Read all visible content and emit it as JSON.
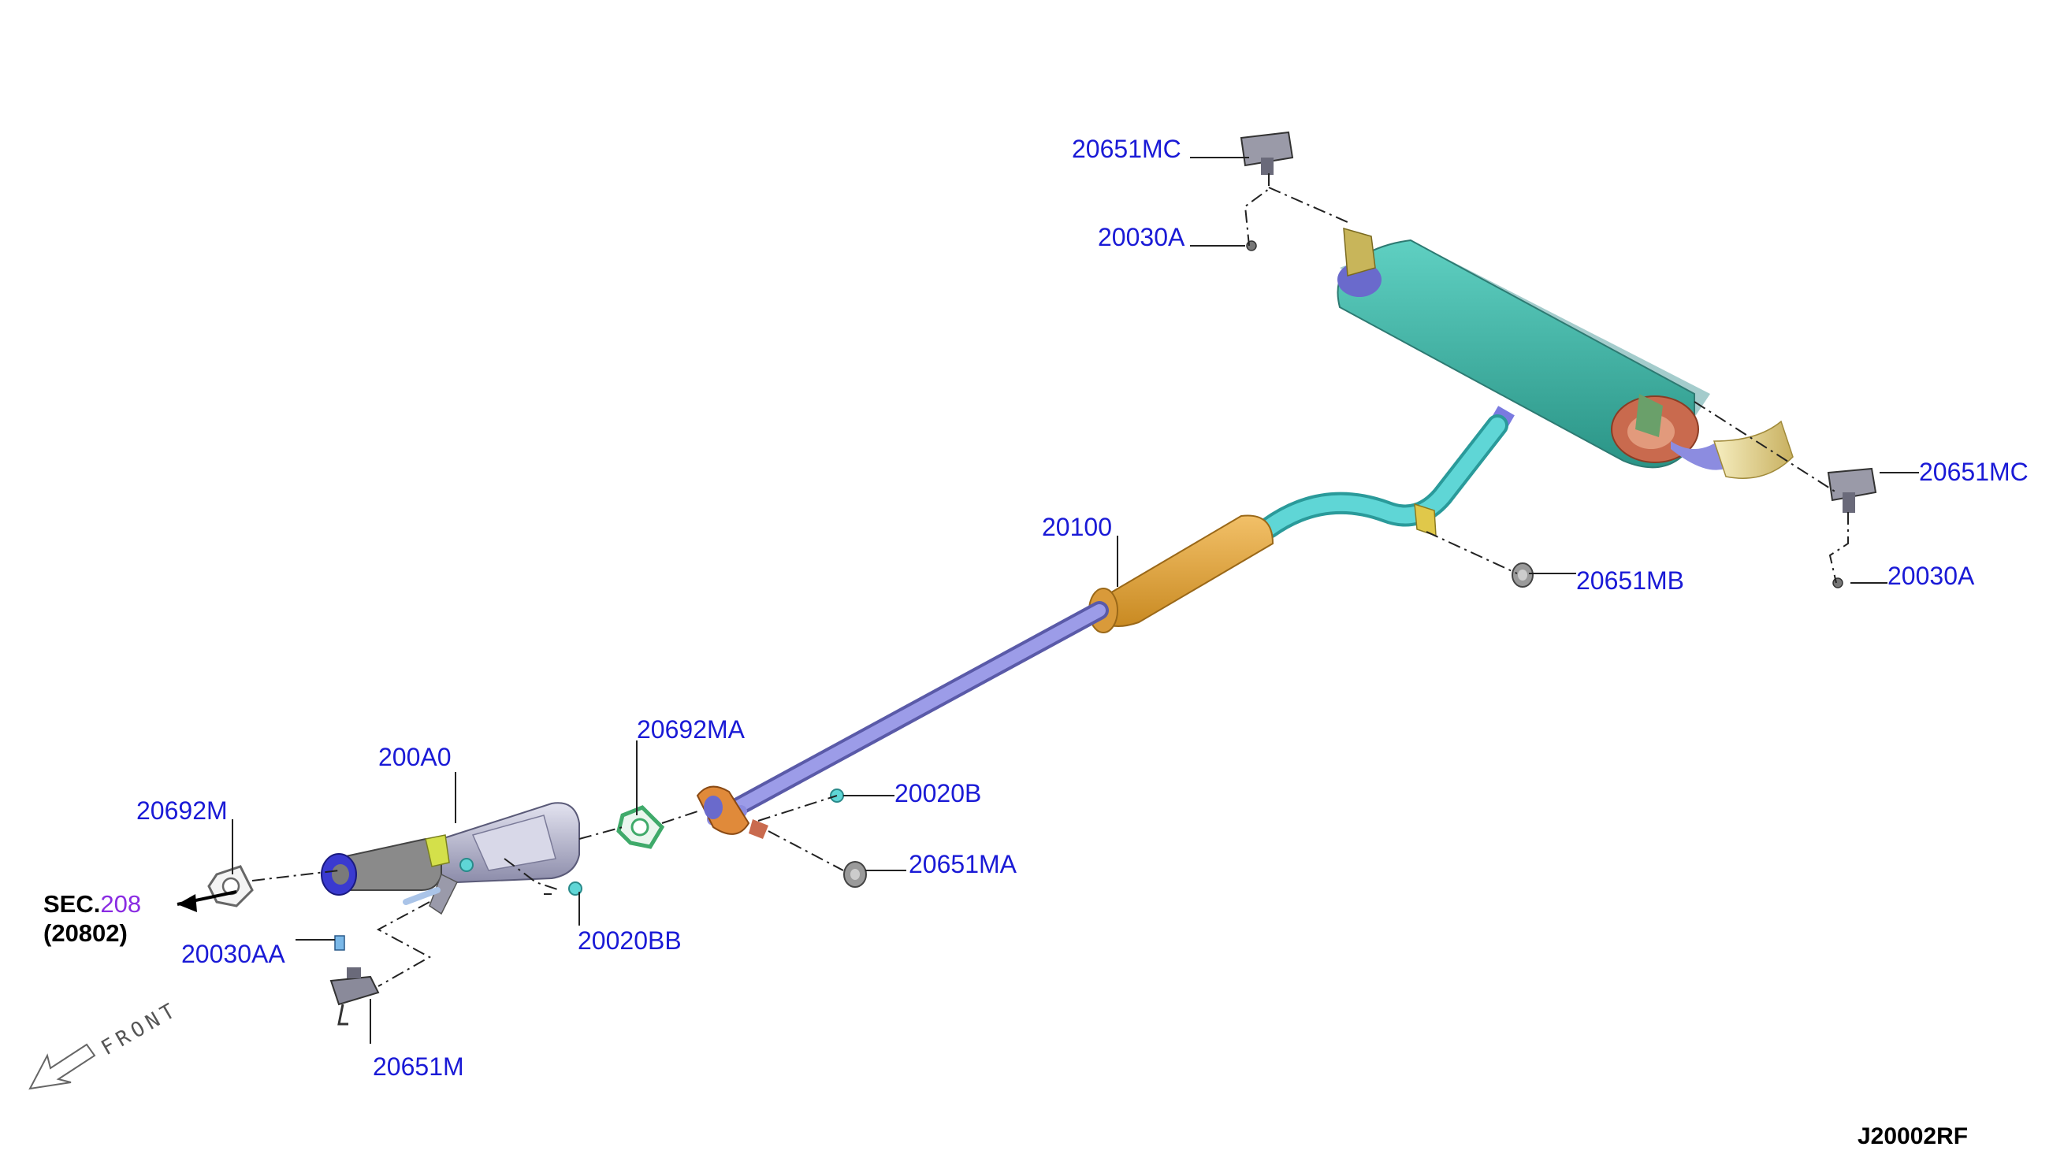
{
  "figure_code": "J20002RF",
  "sec_ref": {
    "prefix": "SEC.",
    "number": "208",
    "sub": "(20802)"
  },
  "front_label": "FRONT",
  "callouts": {
    "mount_upper_rear": "20651MC",
    "bolt_upper_rear": "20030A",
    "mount_right_rear": "20651MC",
    "bolt_right_rear": "20030A",
    "rubber_mid": "20651MB",
    "main_muffler_assy": "20100",
    "gasket_mid": "20692MA",
    "nut_mid": "20020B",
    "rubber_front": "20651MA",
    "catalyst": "200A0",
    "gasket_front": "20692M",
    "nut_front": "20020BB",
    "bolt_front": "20030AA",
    "bracket_front": "20651M"
  },
  "colors": {
    "label": "#1a1ad6",
    "main_muffler": "#3fb8a8",
    "resonator": "#e6a63a",
    "front_pipe": "#8c8ce0",
    "center_pipe": "#5fd6d6",
    "catalyst": "#b9b9d0",
    "gasket": "#3faa6a",
    "flange": "#e08a3a",
    "end_cap": "#c96a4e",
    "tail_tip": "#e8d890"
  }
}
